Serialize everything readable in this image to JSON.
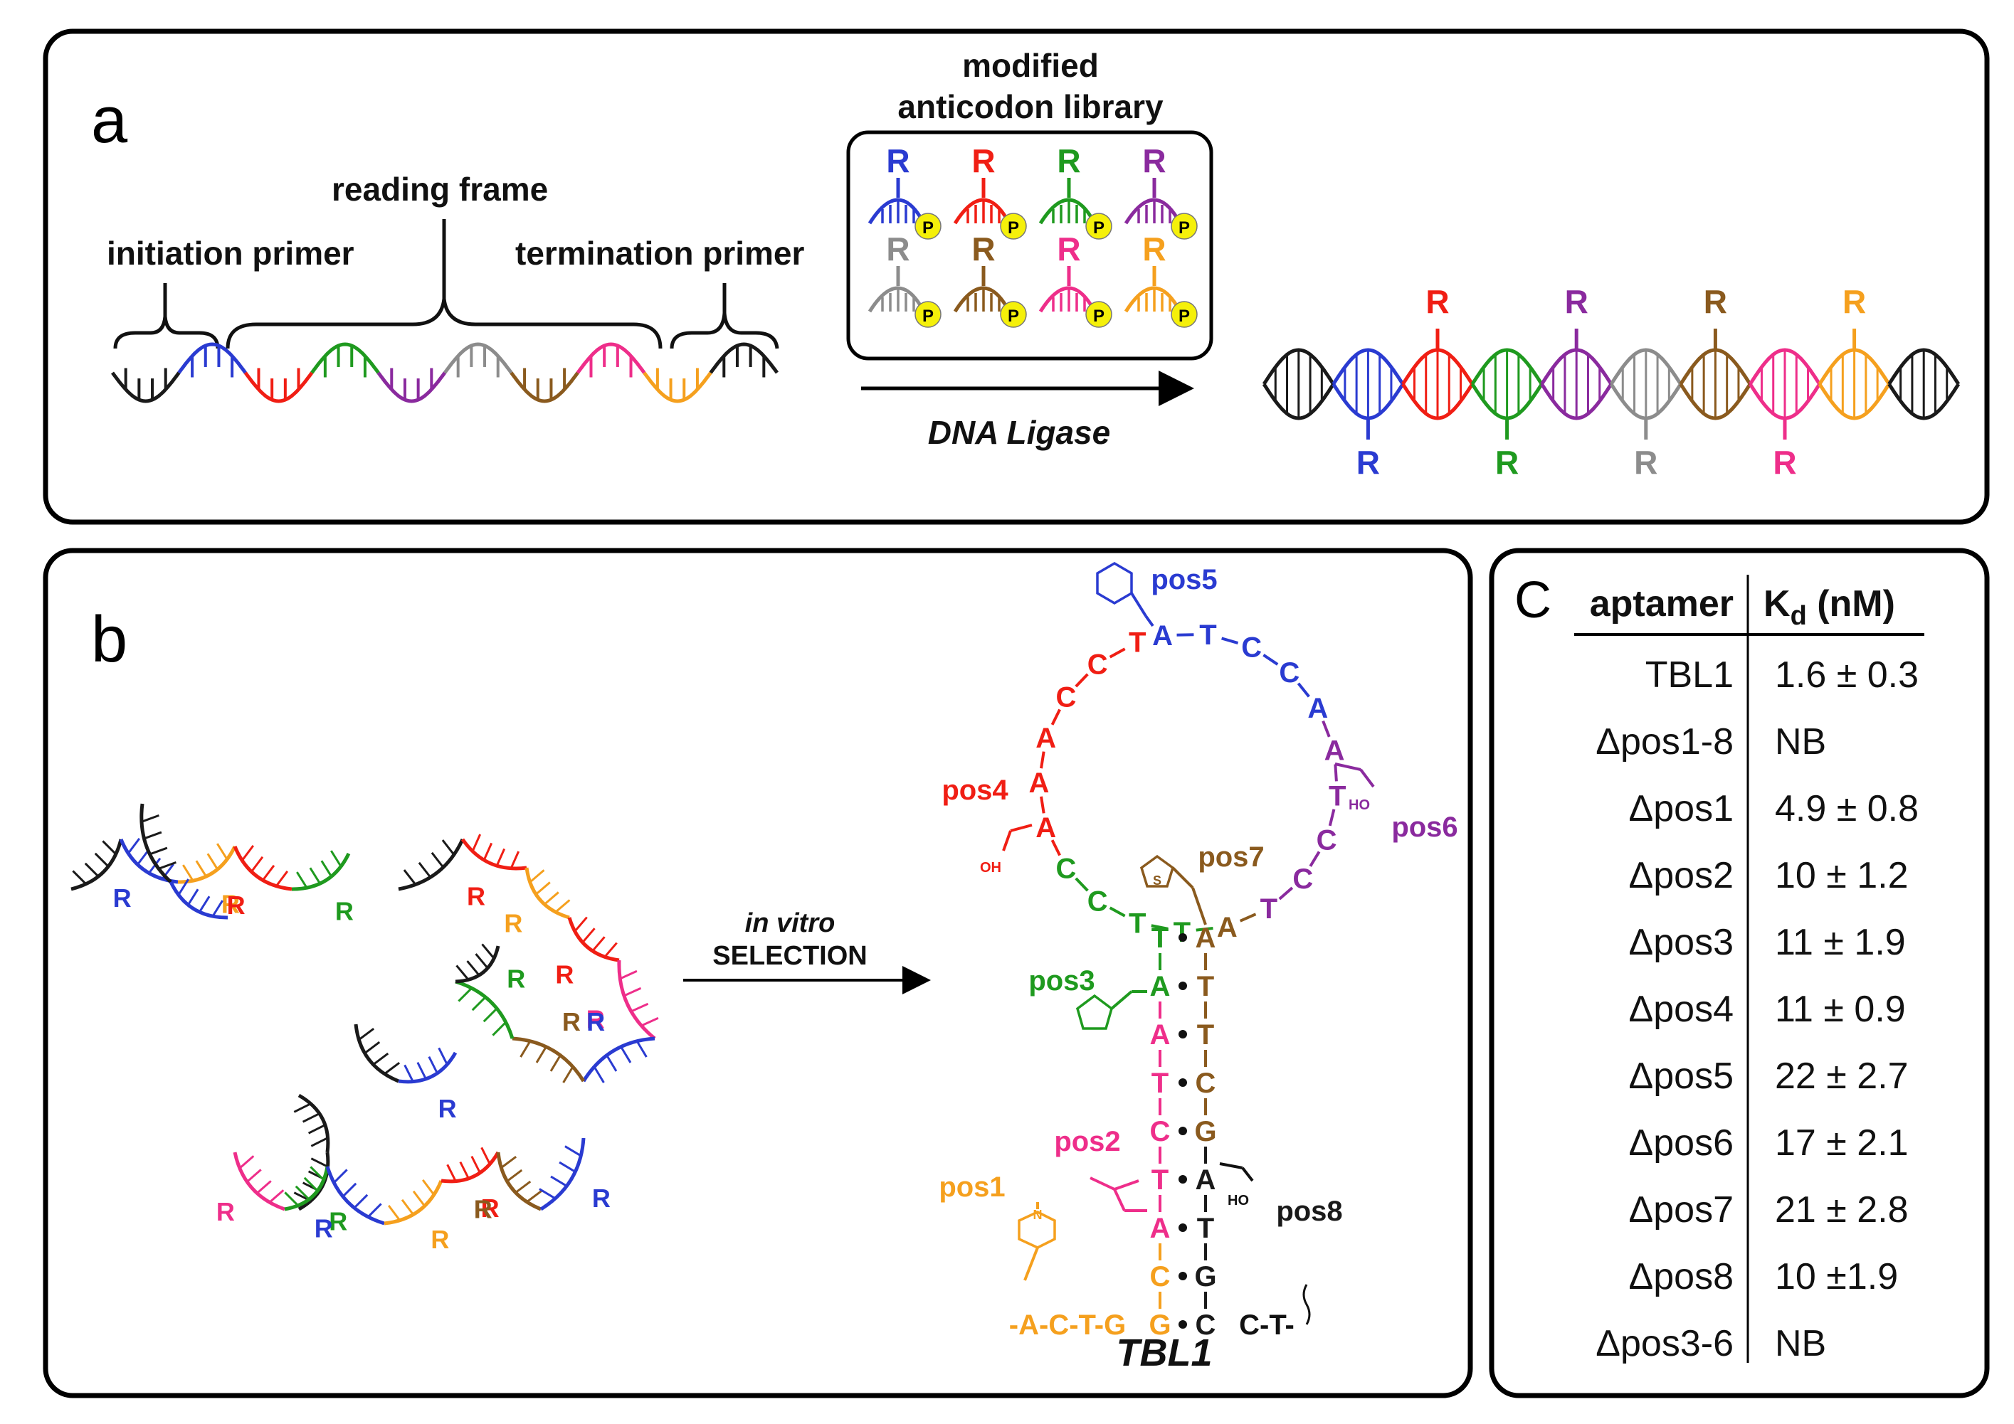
{
  "panels": {
    "a": {
      "label": "a",
      "initiation_primer": "initiation primer",
      "reading_frame": "reading frame",
      "termination_primer": "termination primer",
      "library_title_line1": "modified",
      "library_title_line2": "anticodon library",
      "residue_label": "R",
      "phosphate_label": "P",
      "enzyme": "DNA Ligase"
    },
    "b": {
      "label": "b",
      "selection_line1": "in vitro",
      "selection_line2": "SELECTION",
      "aptamer_name": "TBL1",
      "residue_label": "R",
      "positions": [
        "pos1",
        "pos2",
        "pos3",
        "pos4",
        "pos5",
        "pos6",
        "pos7",
        "pos8"
      ],
      "ho_label": "HO",
      "oh_label": "OH",
      "s_label": "S",
      "n_label": "N",
      "bottom_strand": "-A-C-T-G",
      "bottom_right": "C-T-"
    },
    "c": {
      "label": "C",
      "col_aptamer": "aptamer",
      "col_kd_main": "K",
      "col_kd_sub": "d",
      "col_kd_unit": " (nM)",
      "rows": [
        {
          "aptamer": "TBL1",
          "kd": "1.6 ± 0.3"
        },
        {
          "aptamer": "Δpos1-8",
          "kd": "NB"
        },
        {
          "aptamer": "Δpos1",
          "kd": "4.9 ± 0.8"
        },
        {
          "aptamer": "Δpos2",
          "kd": "10 ± 1.2"
        },
        {
          "aptamer": "Δpos3",
          "kd": "11 ± 1.9"
        },
        {
          "aptamer": "Δpos4",
          "kd": "11 ± 0.9"
        },
        {
          "aptamer": "Δpos5",
          "kd": "22 ± 2.7"
        },
        {
          "aptamer": "Δpos6",
          "kd": "17 ± 2.1"
        },
        {
          "aptamer": "Δpos7",
          "kd": "21 ± 2.8"
        },
        {
          "aptamer": "Δpos8",
          "kd": "10 ±1.9"
        },
        {
          "aptamer": "Δpos3-6",
          "kd": "NB"
        }
      ]
    }
  },
  "colors": {
    "black": "#1a1a1a",
    "blue": "#2a3bd1",
    "red": "#f01e14",
    "green": "#1f9a1f",
    "purple": "#8a2a9e",
    "gray": "#8c8c8c",
    "brown": "#8a5a1e",
    "pink": "#ee2e8a",
    "orange": "#f5a01e",
    "phosphate_fill": "#f5f00a"
  }
}
